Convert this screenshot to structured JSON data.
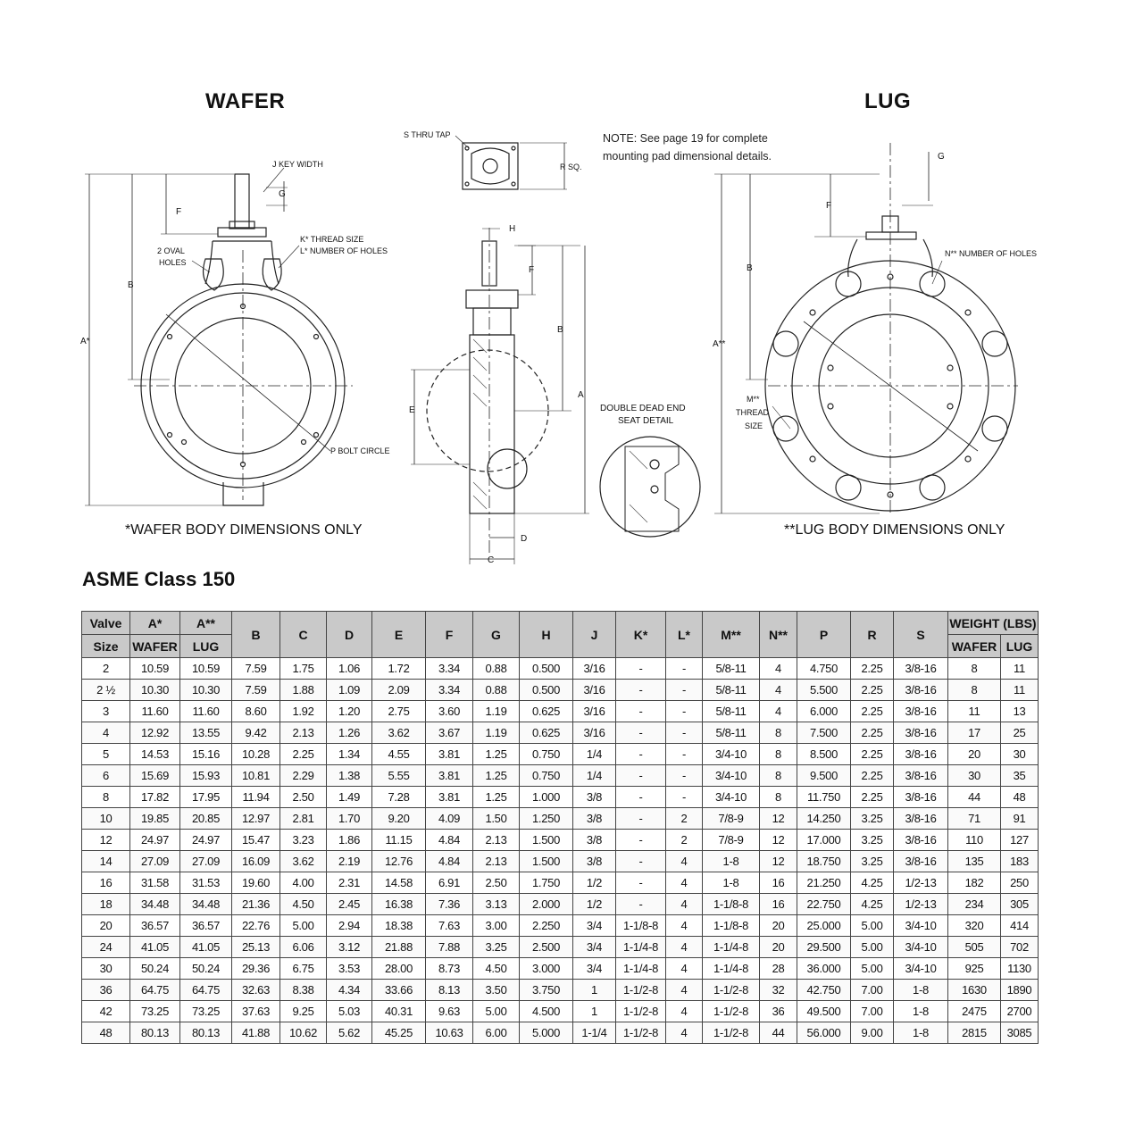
{
  "diagram": {
    "wafer_title": "WAFER",
    "lug_title": "LUG",
    "note_line1": "NOTE: See page 19 for complete",
    "note_line2": "mounting pad dimensional details.",
    "wafer_caption": "*WAFER BODY DIMENSIONS ONLY",
    "lug_caption": "**LUG BODY DIMENSIONS ONLY",
    "labels": {
      "s_thru_tap": "S THRU TAP",
      "r_sq": "R SQ.",
      "j_key_width": "J KEY WIDTH",
      "g": "G",
      "f": "F",
      "b": "B",
      "a_star": "A*",
      "oval_holes_1": "2  OVAL",
      "oval_holes_2": "HOLES",
      "k_thread": "K* THREAD SIZE",
      "l_holes": "L* NUMBER OF HOLES",
      "p_bolt_circle": "P BOLT CIRCLE",
      "h": "H",
      "a": "A",
      "e": "E",
      "d": "D",
      "c": "C",
      "seat_detail_1": "DOUBLE DEAD END",
      "seat_detail_2": "SEAT DETAIL",
      "n_holes": "N** NUMBER OF HOLES",
      "a_dstar": "A**",
      "m_thread_1": "M**",
      "m_thread_2": "THREAD",
      "m_thread_3": "SIZE"
    }
  },
  "table": {
    "title": "ASME Class 150",
    "headers": {
      "valve": "Valve",
      "size": "Size",
      "a_star": "A*",
      "wafer": "WAFER",
      "a_dstar": "A**",
      "lug": "LUG",
      "b": "B",
      "c": "C",
      "d": "D",
      "e": "E",
      "f": "F",
      "g": "G",
      "h": "H",
      "j": "J",
      "k": "K*",
      "l": "L*",
      "m": "M**",
      "n": "N**",
      "p": "P",
      "r": "R",
      "s": "S",
      "weight": "WEIGHT (LBS)",
      "w_wafer": "WAFER",
      "w_lug": "LUG"
    },
    "rows": [
      [
        "2",
        "10.59",
        "10.59",
        "7.59",
        "1.75",
        "1.06",
        "1.72",
        "3.34",
        "0.88",
        "0.500",
        "3/16",
        "-",
        "-",
        "5/8-11",
        "4",
        "4.750",
        "2.25",
        "3/8-16",
        "8",
        "11"
      ],
      [
        "2 ½",
        "10.30",
        "10.30",
        "7.59",
        "1.88",
        "1.09",
        "2.09",
        "3.34",
        "0.88",
        "0.500",
        "3/16",
        "-",
        "-",
        "5/8-11",
        "4",
        "5.500",
        "2.25",
        "3/8-16",
        "8",
        "11"
      ],
      [
        "3",
        "11.60",
        "11.60",
        "8.60",
        "1.92",
        "1.20",
        "2.75",
        "3.60",
        "1.19",
        "0.625",
        "3/16",
        "-",
        "-",
        "5/8-11",
        "4",
        "6.000",
        "2.25",
        "3/8-16",
        "11",
        "13"
      ],
      [
        "4",
        "12.92",
        "13.55",
        "9.42",
        "2.13",
        "1.26",
        "3.62",
        "3.67",
        "1.19",
        "0.625",
        "3/16",
        "-",
        "-",
        "5/8-11",
        "8",
        "7.500",
        "2.25",
        "3/8-16",
        "17",
        "25"
      ],
      [
        "5",
        "14.53",
        "15.16",
        "10.28",
        "2.25",
        "1.34",
        "4.55",
        "3.81",
        "1.25",
        "0.750",
        "1/4",
        "-",
        "-",
        "3/4-10",
        "8",
        "8.500",
        "2.25",
        "3/8-16",
        "20",
        "30"
      ],
      [
        "6",
        "15.69",
        "15.93",
        "10.81",
        "2.29",
        "1.38",
        "5.55",
        "3.81",
        "1.25",
        "0.750",
        "1/4",
        "-",
        "-",
        "3/4-10",
        "8",
        "9.500",
        "2.25",
        "3/8-16",
        "30",
        "35"
      ],
      [
        "8",
        "17.82",
        "17.95",
        "11.94",
        "2.50",
        "1.49",
        "7.28",
        "3.81",
        "1.25",
        "1.000",
        "3/8",
        "-",
        "-",
        "3/4-10",
        "8",
        "11.750",
        "2.25",
        "3/8-16",
        "44",
        "48"
      ],
      [
        "10",
        "19.85",
        "20.85",
        "12.97",
        "2.81",
        "1.70",
        "9.20",
        "4.09",
        "1.50",
        "1.250",
        "3/8",
        "-",
        "2",
        "7/8-9",
        "12",
        "14.250",
        "3.25",
        "3/8-16",
        "71",
        "91"
      ],
      [
        "12",
        "24.97",
        "24.97",
        "15.47",
        "3.23",
        "1.86",
        "11.15",
        "4.84",
        "2.13",
        "1.500",
        "3/8",
        "-",
        "2",
        "7/8-9",
        "12",
        "17.000",
        "3.25",
        "3/8-16",
        "110",
        "127"
      ],
      [
        "14",
        "27.09",
        "27.09",
        "16.09",
        "3.62",
        "2.19",
        "12.76",
        "4.84",
        "2.13",
        "1.500",
        "3/8",
        "-",
        "4",
        "1-8",
        "12",
        "18.750",
        "3.25",
        "3/8-16",
        "135",
        "183"
      ],
      [
        "16",
        "31.58",
        "31.53",
        "19.60",
        "4.00",
        "2.31",
        "14.58",
        "6.91",
        "2.50",
        "1.750",
        "1/2",
        "-",
        "4",
        "1-8",
        "16",
        "21.250",
        "4.25",
        "1/2-13",
        "182",
        "250"
      ],
      [
        "18",
        "34.48",
        "34.48",
        "21.36",
        "4.50",
        "2.45",
        "16.38",
        "7.36",
        "3.13",
        "2.000",
        "1/2",
        "-",
        "4",
        "1-1/8-8",
        "16",
        "22.750",
        "4.25",
        "1/2-13",
        "234",
        "305"
      ],
      [
        "20",
        "36.57",
        "36.57",
        "22.76",
        "5.00",
        "2.94",
        "18.38",
        "7.63",
        "3.00",
        "2.250",
        "3/4",
        "1-1/8-8",
        "4",
        "1-1/8-8",
        "20",
        "25.000",
        "5.00",
        "3/4-10",
        "320",
        "414"
      ],
      [
        "24",
        "41.05",
        "41.05",
        "25.13",
        "6.06",
        "3.12",
        "21.88",
        "7.88",
        "3.25",
        "2.500",
        "3/4",
        "1-1/4-8",
        "4",
        "1-1/4-8",
        "20",
        "29.500",
        "5.00",
        "3/4-10",
        "505",
        "702"
      ],
      [
        "30",
        "50.24",
        "50.24",
        "29.36",
        "6.75",
        "3.53",
        "28.00",
        "8.73",
        "4.50",
        "3.000",
        "3/4",
        "1-1/4-8",
        "4",
        "1-1/4-8",
        "28",
        "36.000",
        "5.00",
        "3/4-10",
        "925",
        "1130"
      ],
      [
        "36",
        "64.75",
        "64.75",
        "32.63",
        "8.38",
        "4.34",
        "33.66",
        "8.13",
        "3.50",
        "3.750",
        "1",
        "1-1/2-8",
        "4",
        "1-1/2-8",
        "32",
        "42.750",
        "7.00",
        "1-8",
        "1630",
        "1890"
      ],
      [
        "42",
        "73.25",
        "73.25",
        "37.63",
        "9.25",
        "5.03",
        "40.31",
        "9.63",
        "5.00",
        "4.500",
        "1",
        "1-1/2-8",
        "4",
        "1-1/2-8",
        "36",
        "49.500",
        "7.00",
        "1-8",
        "2475",
        "2700"
      ],
      [
        "48",
        "80.13",
        "80.13",
        "41.88",
        "10.62",
        "5.62",
        "45.25",
        "10.63",
        "6.00",
        "5.000",
        "1-1/4",
        "1-1/2-8",
        "4",
        "1-1/2-8",
        "44",
        "56.000",
        "9.00",
        "1-8",
        "2815",
        "3085"
      ]
    ]
  }
}
